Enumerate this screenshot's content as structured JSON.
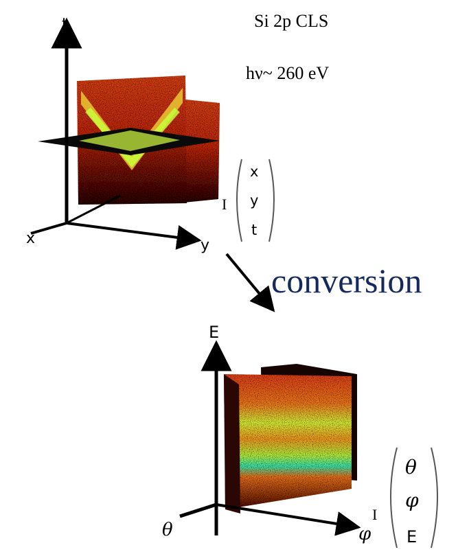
{
  "header": {
    "title": "Si 2p CLS",
    "photon_energy": "hν~ 260 eV"
  },
  "top_panel": {
    "axes": {
      "vertical": "t",
      "left": "x",
      "right": "y"
    },
    "intensity_symbol": "I",
    "vector": [
      "x",
      "y",
      "t"
    ]
  },
  "conversion_label": "conversion",
  "bottom_panel": {
    "axes": {
      "vertical": "E",
      "left": "θ",
      "right": "φ"
    },
    "intensity_symbol": "I",
    "vector": [
      "θ",
      "φ",
      "E"
    ]
  },
  "colors": {
    "heatmap_low": "#7a1a08",
    "heatmap_mid": "#e8501a",
    "heatmap_high": "#c8ff3a",
    "heatmap_peak": "#2ee8a8",
    "conversion_text": "#16295e"
  }
}
